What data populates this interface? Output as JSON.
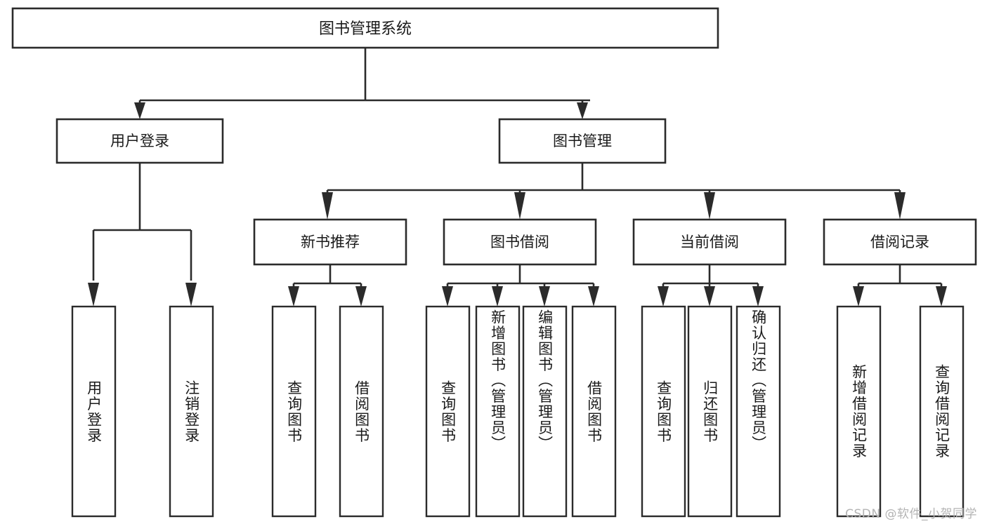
{
  "diagram": {
    "kind": "tree-hierarchy-chart",
    "title": "图书管理系统",
    "watermark": "CSDN @软件_小贺同学",
    "colors": {
      "stroke": "#2b2b2b",
      "fill": "#ffffff",
      "text": "#1a1a1a",
      "watermark": "#b4b4b4",
      "background": "#ffffff"
    },
    "levels": {
      "level1": {
        "nodes": [
          {
            "id": "root",
            "label": "图书管理系统"
          }
        ]
      },
      "level2": {
        "nodes": [
          {
            "id": "user-login",
            "label": "用户登录"
          },
          {
            "id": "book-manage",
            "label": "图书管理"
          }
        ]
      },
      "level3": {
        "nodes": [
          {
            "id": "new-book-rec",
            "label": "新书推荐"
          },
          {
            "id": "book-borrow",
            "label": "图书借阅"
          },
          {
            "id": "current-borrow",
            "label": "当前借阅"
          },
          {
            "id": "borrow-record",
            "label": "借阅记录"
          }
        ]
      },
      "leaves": {
        "nodes": [
          {
            "id": "leaf-user-login",
            "parent": "user-login",
            "label": "用户登录"
          },
          {
            "id": "leaf-logout",
            "parent": "user-login",
            "label": "注销登录"
          },
          {
            "id": "leaf-query-book-1",
            "parent": "new-book-rec",
            "label": "查询图书"
          },
          {
            "id": "leaf-borrow-book-1",
            "parent": "new-book-rec",
            "label": "借阅图书"
          },
          {
            "id": "leaf-query-book-2",
            "parent": "book-borrow",
            "label": "查询图书"
          },
          {
            "id": "leaf-add-book",
            "parent": "book-borrow",
            "label": "新增图书（管理员）"
          },
          {
            "id": "leaf-edit-book",
            "parent": "book-borrow",
            "label": "编辑图书（管理员）"
          },
          {
            "id": "leaf-borrow-book-2",
            "parent": "book-borrow",
            "label": "借阅图书"
          },
          {
            "id": "leaf-query-book-3",
            "parent": "current-borrow",
            "label": "查询图书"
          },
          {
            "id": "leaf-return-book",
            "parent": "current-borrow",
            "label": "归还图书"
          },
          {
            "id": "leaf-confirm-return",
            "parent": "current-borrow",
            "label": "确认归还（管理员）"
          },
          {
            "id": "leaf-add-record",
            "parent": "borrow-record",
            "label": "新增借阅记录"
          },
          {
            "id": "leaf-query-record",
            "parent": "borrow-record",
            "label": "查询借阅记录"
          }
        ]
      }
    }
  }
}
